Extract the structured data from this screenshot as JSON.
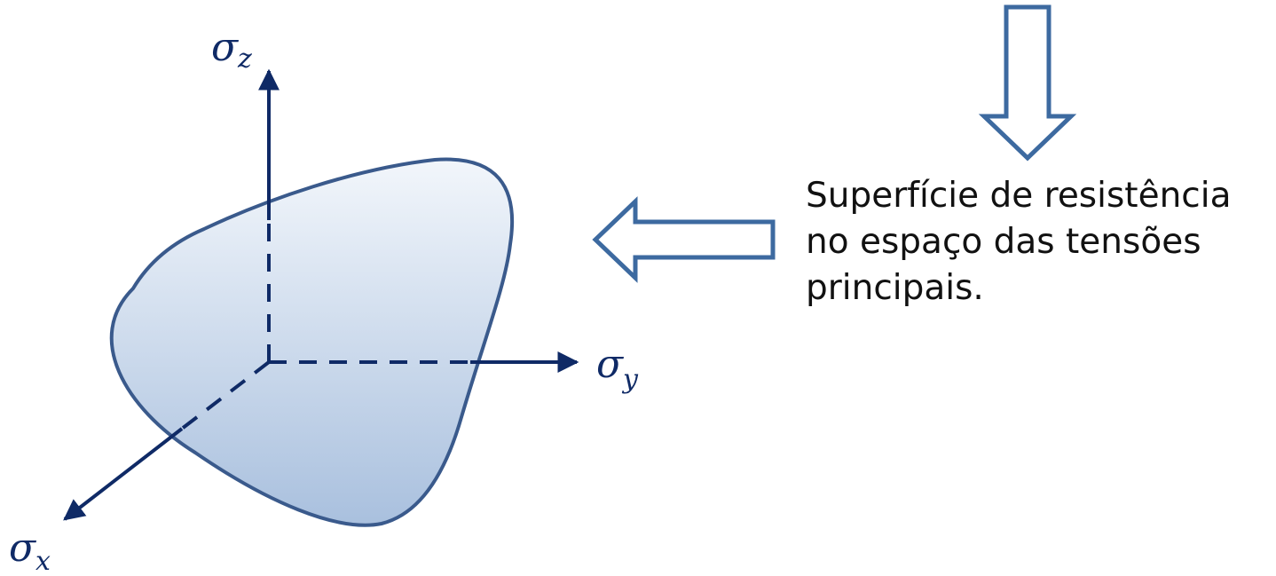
{
  "axes": {
    "z": {
      "symbol": "σ",
      "subscript": "z"
    },
    "y": {
      "symbol": "σ",
      "subscript": "y"
    },
    "x": {
      "symbol": "σ",
      "subscript": "x"
    }
  },
  "caption": {
    "line1": "Superfície de resistência",
    "line2": "no espaço das tensões",
    "line3": "principais."
  },
  "colors": {
    "axis": "#0f2a66",
    "surface_outline": "#3a5a8c",
    "surface_fill_top": "#eef3fa",
    "surface_fill_bottom": "#a9c0de",
    "arrow_outline": "#3d6aa0"
  }
}
